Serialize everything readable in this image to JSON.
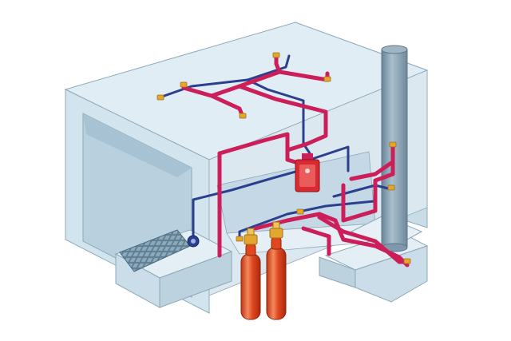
{
  "colors": {
    "background": "#ffffff",
    "enclosure_face": "#d2e4ee",
    "enclosure_light": "#e4eff5",
    "enclosure_dark": "#b9d1de",
    "enclosure_outline": "#8ea9b8",
    "pit_grate": "#5c7f95",
    "stack": "#7f98ab",
    "stack_light": "#a9bfcd",
    "discharge_pipe": "#cc1f5a",
    "detection_line": "#2b3f8f",
    "cylinder": "#e0471f",
    "cylinder_highlight": "#f38a5e",
    "valve_brass": "#e3a631",
    "control_panel": "#d92a32"
  },
  "components": {
    "enclosure": "test-cell-enclosure",
    "exhaust_stack": "exhaust-stack",
    "floor_grate": "floor-grate",
    "control_panel": "fire-control-panel",
    "agent_cylinders": 2,
    "nozzles": 8,
    "detector": "heat-detector"
  }
}
